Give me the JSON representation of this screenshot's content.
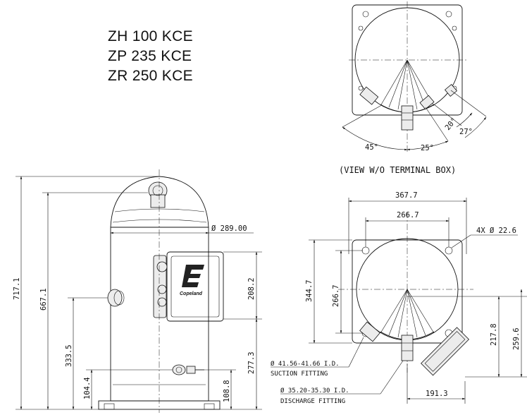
{
  "models": [
    "ZH 100 KCE",
    "ZP 235 KCE",
    "ZR 250 KCE"
  ],
  "top_view": {
    "caption": "(VIEW W/O TERMINAL BOX)",
    "angles": {
      "a45": "45°",
      "a25": "25°",
      "a20": "20°",
      "a27": "27°"
    }
  },
  "front_view": {
    "diameter": "Ø 289.00",
    "h717": "717.1",
    "h667": "667.1",
    "h333": "333.5",
    "h104": "104.4",
    "h208": "208.2",
    "h277": "277.3",
    "h108": "108.8"
  },
  "plan_view": {
    "w367": "367.7",
    "w266": "266.7",
    "holes": "4X Ø 22.6",
    "h344": "344.7",
    "h266": "266.7",
    "h217": "217.8",
    "h259": "259.6",
    "w191": "191.3",
    "suction_size": "Ø 41.56-41.66 I.D.",
    "suction_label": "SUCTION FITTING",
    "discharge_size": "Ø 35.20-35.30 I.D.",
    "discharge_label": "DISCHARGE FITTING"
  },
  "logo_text": "Copeland"
}
